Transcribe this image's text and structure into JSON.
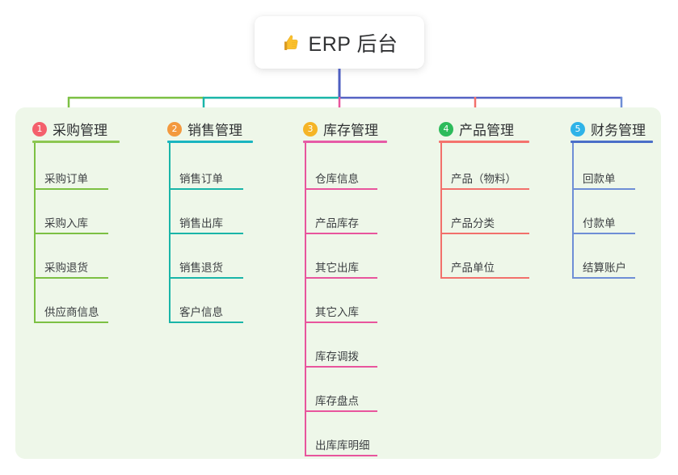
{
  "title": {
    "icon": "thumbs-up-icon",
    "text": "ERP 后台"
  },
  "colors": {
    "panel_bg": "#eef7e9",
    "page_bg": "#ffffff",
    "title_text": "#303133",
    "trunk": "#4d5ec0",
    "col1": "#7cc043",
    "col2": "#19b5a8",
    "col3": "#e8559d",
    "col4": "#f2706b",
    "col5": "#6e8ed6",
    "badge1": "#f4606c",
    "badge2": "#f3993e",
    "badge3": "#f5b426",
    "badge4": "#2dbb5b",
    "badge5": "#2fb3e8"
  },
  "columns": [
    {
      "index": "1",
      "badge_color": "#f4606c",
      "line_color": "#7cc043",
      "rule_color": "#8cc751",
      "title": "采购管理",
      "items": [
        "采购订单",
        "采购入库",
        "采购退货",
        "供应商信息"
      ]
    },
    {
      "index": "2",
      "badge_color": "#f3993e",
      "line_color": "#19b5a8",
      "rule_color": "#19b5c0",
      "title": "销售管理",
      "items": [
        "销售订单",
        "销售出库",
        "销售退货",
        "客户信息"
      ]
    },
    {
      "index": "3",
      "badge_color": "#f5b426",
      "line_color": "#e8559d",
      "rule_color": "#e65ba6",
      "title": "库存管理",
      "items": [
        "仓库信息",
        "产品库存",
        "其它出库",
        "其它入库",
        "库存调拨",
        "库存盘点",
        "出库库明细"
      ]
    },
    {
      "index": "4",
      "badge_color": "#2dbb5b",
      "line_color": "#f2706b",
      "rule_color": "#f4736d",
      "title": "产品管理",
      "items": [
        "产品（物料）",
        "产品分类",
        "产品单位"
      ]
    },
    {
      "index": "5",
      "badge_color": "#2fb3e8",
      "line_color": "#6e8ed6",
      "rule_color": "#4a6fc8",
      "title": "财务管理",
      "items": [
        "回款单",
        "付款单",
        "结算账户"
      ]
    }
  ]
}
